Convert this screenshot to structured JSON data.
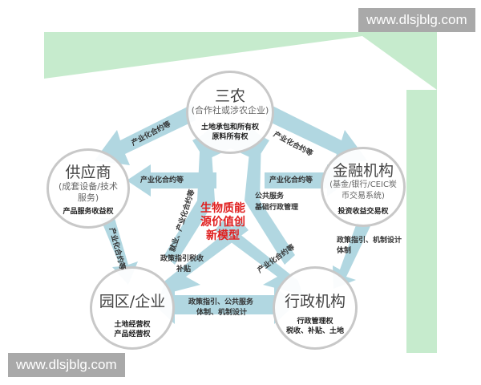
{
  "watermark_top": "www.dlsjblg.com",
  "watermark_bottom": "www.dlsjblg.com",
  "colors": {
    "background_green": "#c6ebcd",
    "arrow": "#a9d3de",
    "center_text": "#e02020",
    "circle_border": "#c8c8c8"
  },
  "center": {
    "line1": "生物质能",
    "line2": "源价值创",
    "line3": "新模型"
  },
  "nodes": {
    "sannong": {
      "title": "三农",
      "subtitle": "(合作社或涉农企业)",
      "rights1": "土地承包和所有权",
      "rights2": "原料所有权"
    },
    "supplier": {
      "title": "供应商",
      "subtitle1": "(成套设备/技术",
      "subtitle2": "服务)",
      "rights": "产品服务收益权"
    },
    "finance": {
      "title": "金融机构",
      "subtitle1": "(基金/银行/CEIC炭",
      "subtitle2": "币交易系统)",
      "rights": "投资收益交易权"
    },
    "park": {
      "title": "园区/企业",
      "rights1": "土地经营权",
      "rights2": "产品经营权"
    },
    "admin": {
      "title": "行政机构",
      "rights1": "行政管理权",
      "rights2": "税收、补贴、土地"
    }
  },
  "arrow_labels": {
    "sannong_supplier": "产业化合约等",
    "supplier_inner": "产业化合约等",
    "sannong_finance": "产业化合约等",
    "finance_inner": "产业化合约等",
    "supplier_park": "产业化合约等",
    "inner_left": "就业、产业化合约等",
    "inner_right1": "公共服务",
    "inner_right2": "基础行政管理",
    "inner_bottom_left1": "政策指引税收",
    "inner_bottom_left2": "补贴",
    "inner_bottom_right": "产业化合约等",
    "finance_admin1": "政策指引、机制设计",
    "finance_admin2": "体制",
    "park_admin1": "政策指引、公共服务",
    "park_admin2": "体制、机制设计"
  }
}
